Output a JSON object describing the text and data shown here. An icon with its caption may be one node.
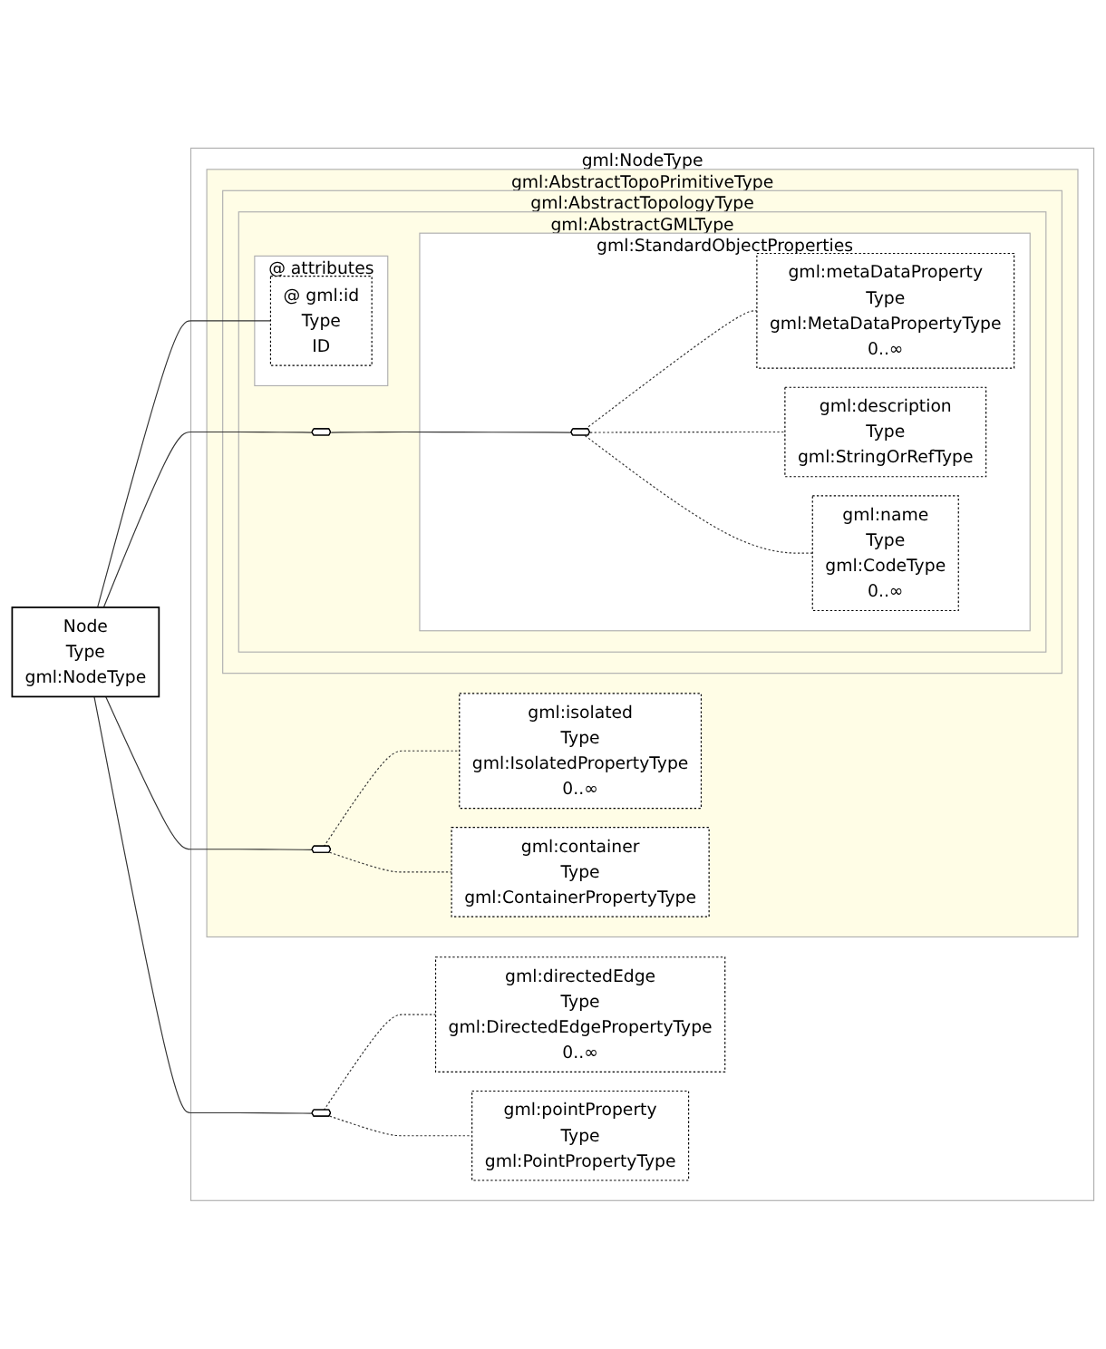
{
  "diagram": {
    "nodes": [
      {
        "text": [
          "Node",
          "Type",
          "gml:NodeType"
        ]
      },
      {
        "text": [
          "gml:NodeType"
        ]
      },
      {
        "text": [
          "gml:AbstractTopoPrimitiveType"
        ],
        "in": 1
      },
      {
        "text": [
          "gml:AbstractTopologyType"
        ],
        "in": 2
      },
      {
        "text": [
          "gml:AbstractGMLType"
        ],
        "in": 3
      },
      {
        "text": [
          "@ attributes"
        ],
        "in": 4
      },
      {
        "text": [
          "@ gml:id",
          "Type",
          "ID"
        ],
        "in": 5
      },
      {
        "text": [],
        "shape": "octagon",
        "in": 4
      },
      {
        "text": [
          "gml:StandardObjectProperties"
        ],
        "in": 4
      },
      {
        "text": [],
        "shape": "octagon",
        "in": 8
      },
      {
        "text": [
          "gml:metaDataProperty",
          "Type",
          "gml:MetaDataPropertyType",
          "0..∞"
        ],
        "in": 8
      },
      {
        "text": [
          "gml:description",
          "Type",
          "gml:StringOrRefType"
        ],
        "in": 8
      },
      {
        "text": [
          "gml:name",
          "Type",
          "gml:CodeType",
          "0..∞"
        ],
        "in": 8
      },
      {
        "text": [],
        "shape": "octagon",
        "in": 2
      },
      {
        "text": [
          "gml:isolated",
          "Type",
          "gml:IsolatedPropertyType",
          "0..∞"
        ],
        "in": 2
      },
      {
        "text": [
          "gml:container",
          "Type",
          "gml:ContainerPropertyType"
        ],
        "in": 2
      },
      {
        "text": [],
        "shape": "octagon",
        "in": 1
      },
      {
        "text": [
          "gml:directedEdge",
          "Type",
          "gml:DirectedEdgePropertyType",
          "0..∞"
        ],
        "in": 1
      },
      {
        "text": [
          "gml:pointProperty",
          "Type",
          "gml:PointPropertyType"
        ],
        "in": 1
      }
    ],
    "edges": [
      {
        "from": 0,
        "to": 6,
        "arrow": "none"
      },
      {
        "from": 0,
        "to": 7,
        "arrow": "none"
      },
      {
        "from": 7,
        "to": 9,
        "arrow": "none"
      },
      {
        "from": 9,
        "to": 10,
        "arrow": "none",
        "style": "dashed"
      },
      {
        "from": 9,
        "to": 11,
        "arrow": "none",
        "style": "dashed"
      },
      {
        "from": 9,
        "to": 12,
        "arrow": "none",
        "style": "dashed"
      },
      {
        "from": 0,
        "to": 13,
        "arrow": "none"
      },
      {
        "from": 13,
        "to": 14,
        "arrow": "none",
        "style": "dashed"
      },
      {
        "from": 13,
        "to": 15,
        "arrow": "none",
        "style": "dashed"
      },
      {
        "from": 0,
        "to": 16,
        "arrow": "none"
      },
      {
        "from": 16,
        "to": 17,
        "arrow": "none",
        "style": "dashed"
      },
      {
        "from": 16,
        "to": 18,
        "arrow": "none",
        "style": "dashed"
      }
    ]
  }
}
